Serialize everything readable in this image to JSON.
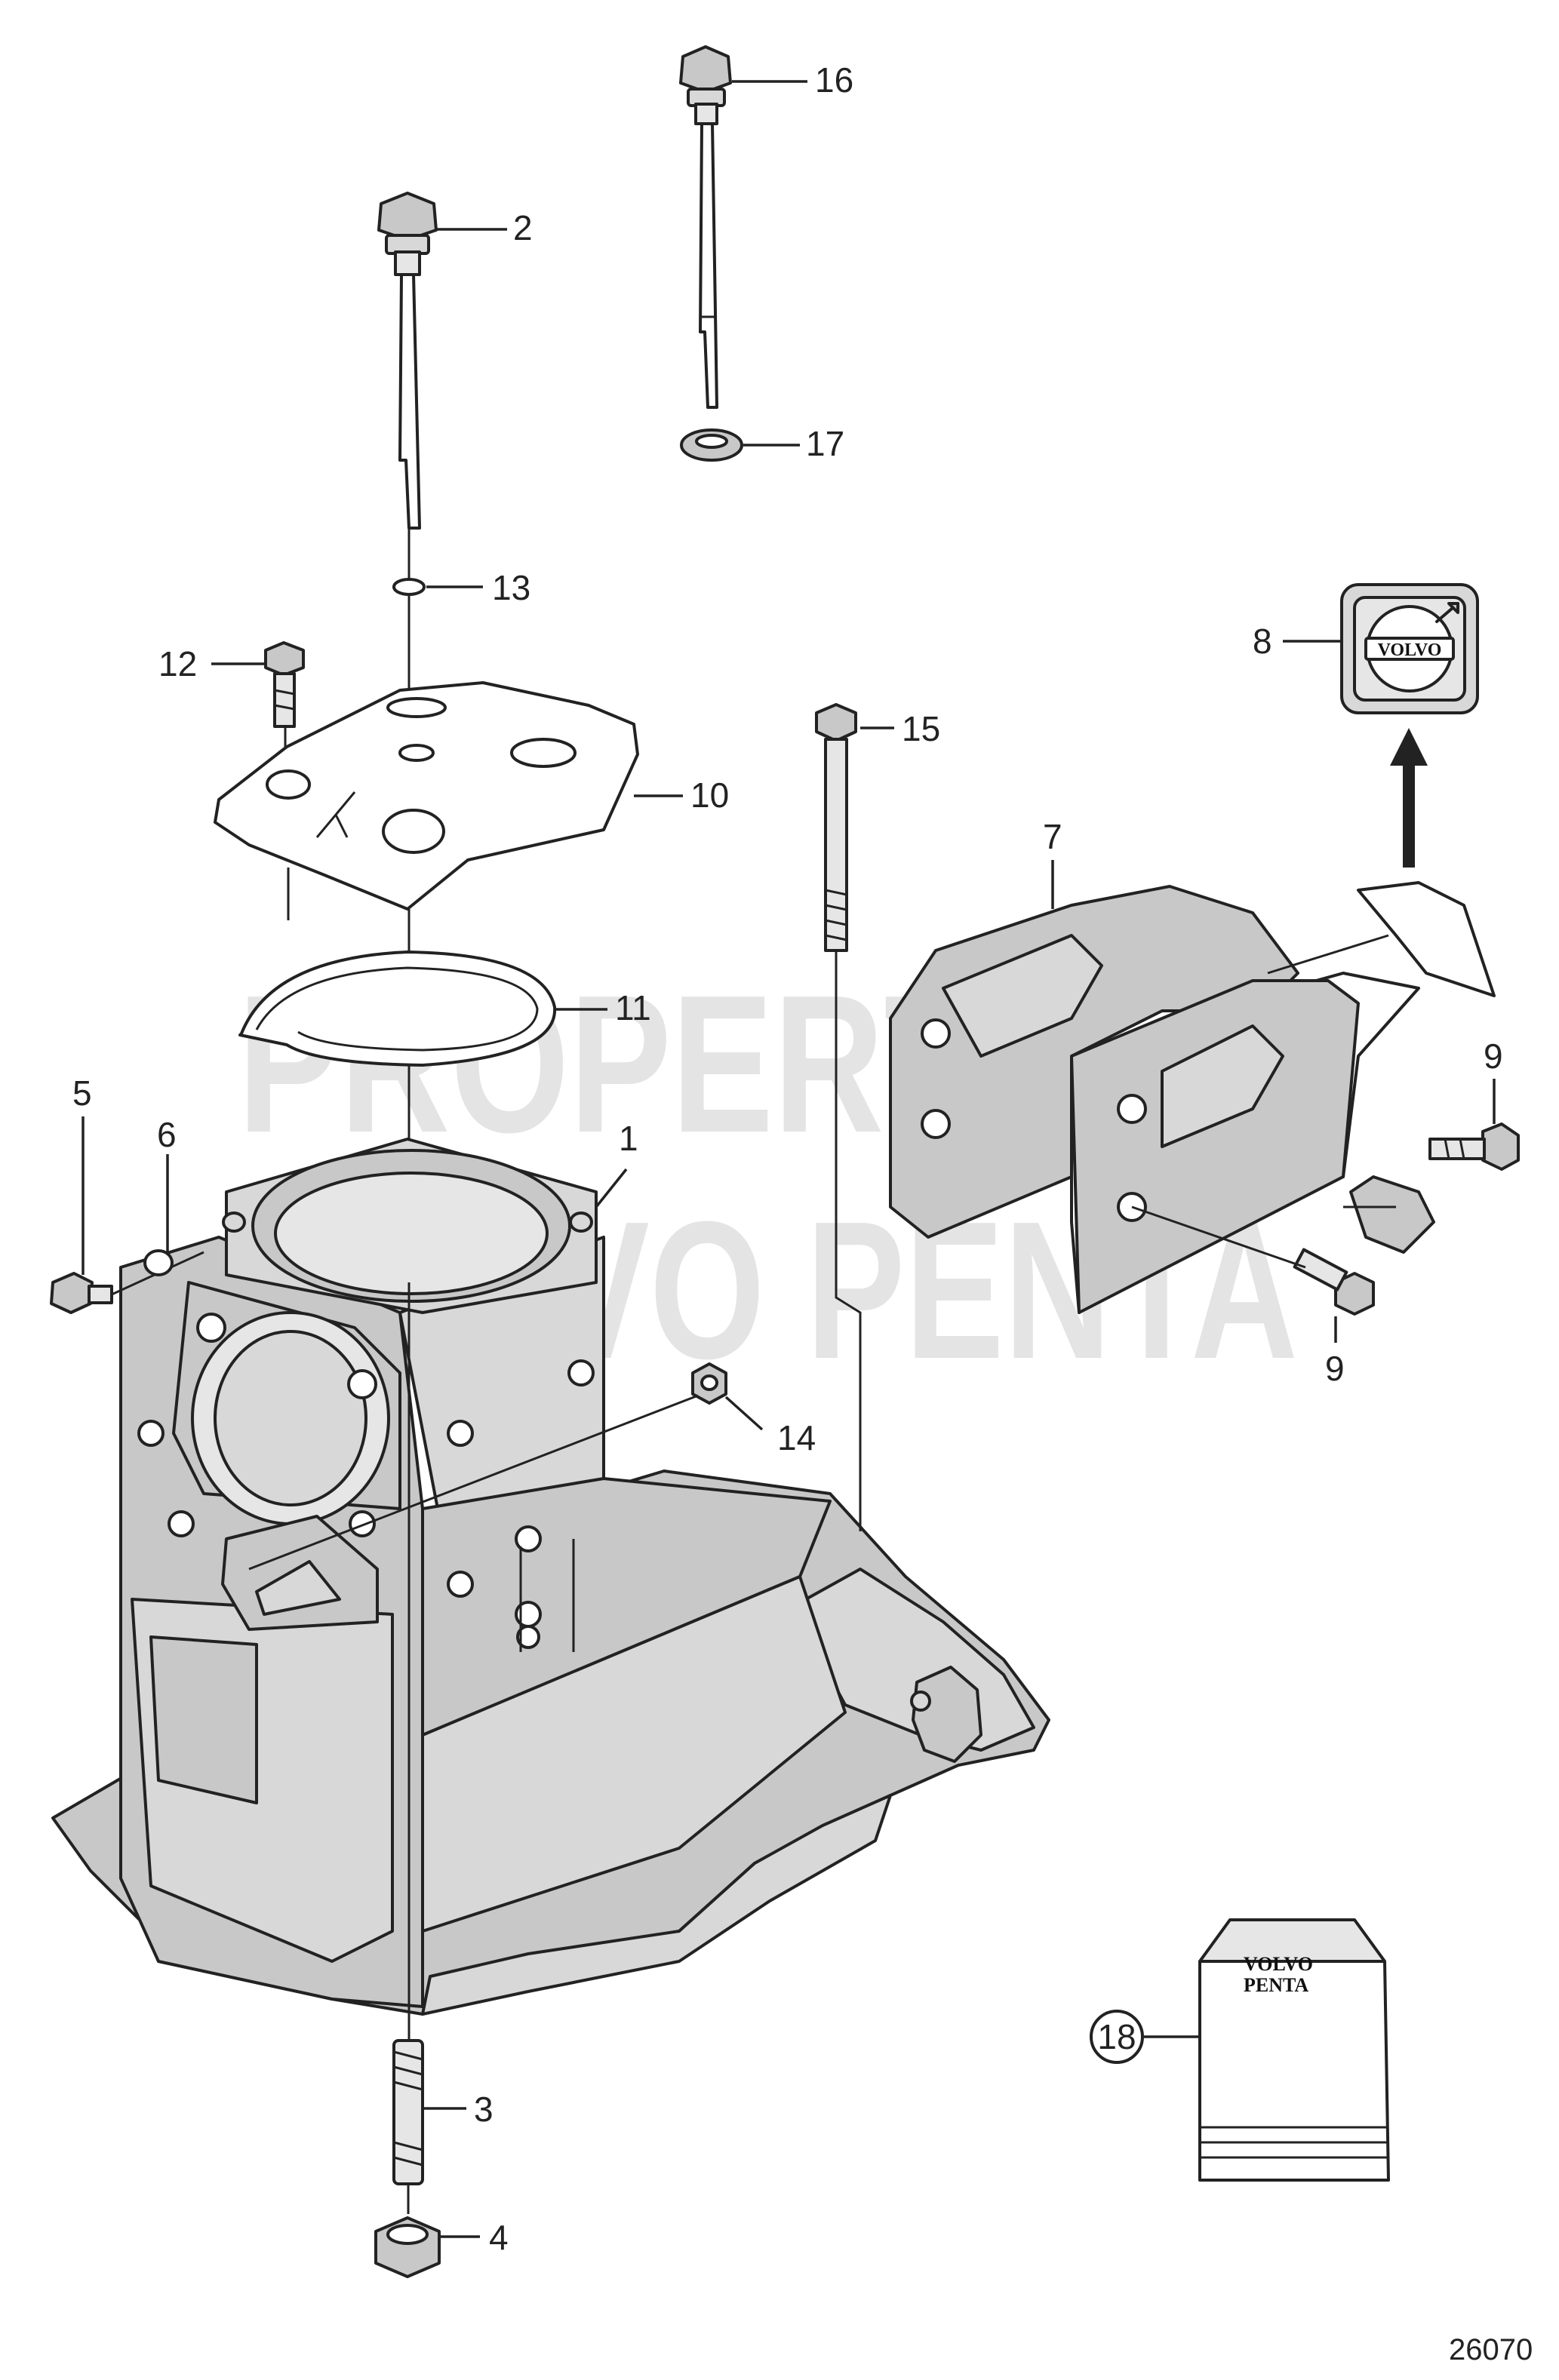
{
  "watermark": {
    "line1": "PROPERTY OF",
    "line2": "VOLVO PENTA"
  },
  "figure_number": "26070",
  "callouts": {
    "c1": "1",
    "c2": "2",
    "c3": "3",
    "c4": "4",
    "c5": "5",
    "c6": "6",
    "c7": "7",
    "c8": "8",
    "c9a": "9",
    "c9b": "9",
    "c10": "10",
    "c11": "11",
    "c12": "12",
    "c13": "13",
    "c14": "14",
    "c15": "15",
    "c16": "16",
    "c17": "17",
    "c18": "18"
  },
  "emblem": {
    "text": "VOLVO"
  },
  "kit_label": {
    "line1": "VOLVO",
    "line2": "PENTA"
  }
}
